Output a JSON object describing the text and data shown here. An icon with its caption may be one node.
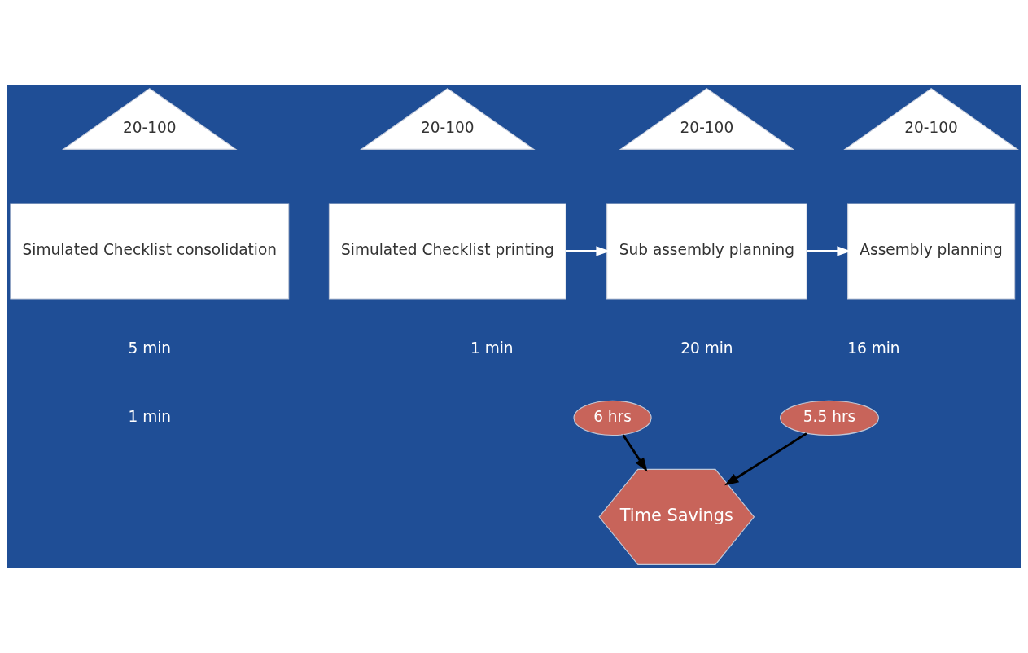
{
  "diagram": {
    "nodes": [
      {
        "text": [
          "20-100"
        ]
      },
      {
        "text": [
          "Simulated Checklist consolidation"
        ],
        "beside": [
          "5 min"
        ]
      },
      {
        "text": [
          "20-100"
        ]
      },
      {
        "text": [
          "Simulated Checklist printing"
        ],
        "beside": [
          "1 min"
        ]
      },
      {
        "text": [
          "20-100"
        ]
      },
      {
        "text": [
          "Sub assembly planning"
        ],
        "beside": [
          "20 min"
        ]
      },
      {
        "text": [
          "20-100"
        ]
      },
      {
        "text": [
          "Assembly planning"
        ],
        "beside": [
          "16 min"
        ]
      },
      {
        "text": [
          "6 hrs"
        ]
      },
      {
        "text": [
          "5.5 hrs"
        ]
      },
      {
        "text": [
          "Time Savings"
        ]
      }
    ],
    "edges": [
      {
        "from": 3,
        "to": 5,
        "arrow": "to",
        "color": "#ffffff"
      },
      {
        "from": 5,
        "to": 7,
        "arrow": "to",
        "color": "#ffffff"
      },
      {
        "from": 8,
        "to": 10,
        "arrow": "to",
        "color": "#000000"
      },
      {
        "from": 9,
        "to": 10,
        "arrow": "to",
        "color": "#000000"
      }
    ],
    "labels": [
      "1 min"
    ]
  }
}
